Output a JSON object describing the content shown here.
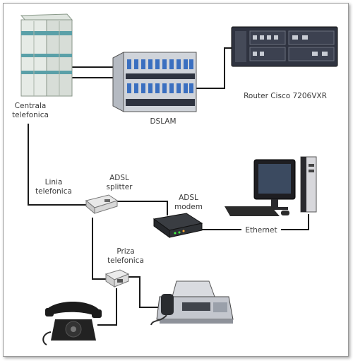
{
  "labels": {
    "central_line1": "Centrala",
    "central_line2": "telefonica",
    "dslam": "DSLAM",
    "router": "Router Cisco 7206VXR",
    "linia_line1": "Linia",
    "linia_line2": "telefonica",
    "splitter_line1": "ADSL",
    "splitter_line2": "splitter",
    "modem_line1": "ADSL",
    "modem_line2": "modem",
    "ethernet": "Ethernet",
    "priza_line1": "Priza",
    "priza_line2": "telefonica"
  },
  "colors": {
    "line": "#1a1a1a",
    "device_dark": "#2b2b2b",
    "cabinet": "#e6ebe6",
    "cabinet_stripe": "#5aa0a8",
    "dslam_port": "#3a6fc0"
  },
  "icons": [
    "central-office-icon",
    "dslam-icon",
    "router-icon",
    "computer-icon",
    "splitter-icon",
    "modem-icon",
    "phone-jack-icon",
    "rotary-phone-icon",
    "fax-icon"
  ]
}
